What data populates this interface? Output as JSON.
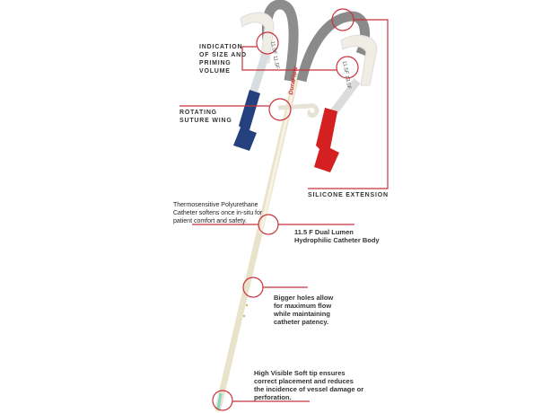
{
  "product": {
    "brand": "DuraFlow"
  },
  "tube_markings": {
    "left": "11.5F 11.5F",
    "right": "11.5F 13.5F"
  },
  "callouts": {
    "size_priming": "INDICATION OF SIZE AND PRIMING VOLUME",
    "suture_wing": "ROTATING SUTURE WING",
    "silicone": "SILICONE EXTENSION",
    "thermo": "Thermosensitive Polyurethane Catheter softens once in-situ for patient comfort and safety.",
    "body": "11.5 F Dual Lumen Hydrophilic Catheter Body",
    "holes": "Bigger holes allow for maximum flow while maintaining catheter patency.",
    "tip": "High Visible Soft tip ensures correct placement and reduces the incidence of vessel damage or perforation."
  },
  "colors": {
    "accent": "#c8323c",
    "arterial": "#d42020",
    "venous": "#24407e",
    "extension": "#8a8a8a",
    "body": "#efe9d6",
    "tip": "#7fd8c8"
  }
}
